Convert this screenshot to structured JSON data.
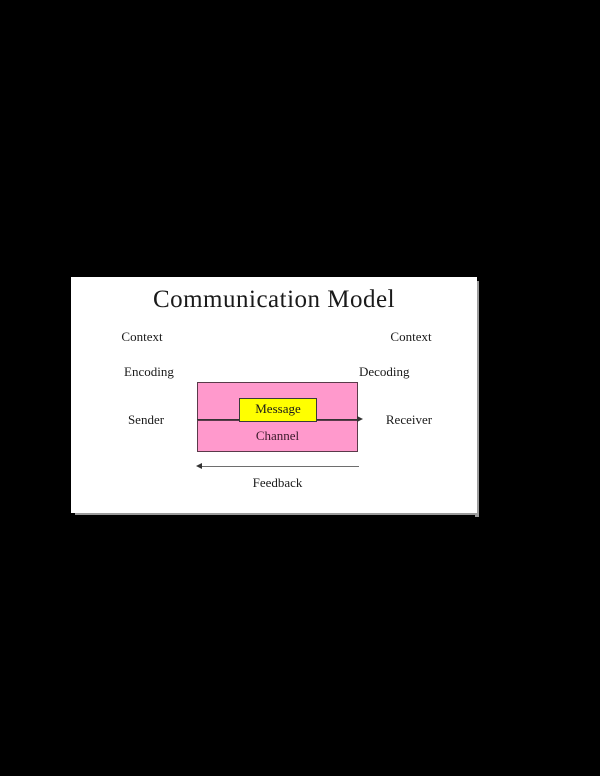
{
  "diagram": {
    "title": "Communication Model",
    "sender_side": {
      "context_label": "Context",
      "process_label": "Encoding",
      "endpoint_label": "Sender"
    },
    "receiver_side": {
      "context_label": "Context",
      "process_label": "Decoding",
      "endpoint_label": "Receiver"
    },
    "channel": {
      "band_label": "Channel",
      "message_label": "Message"
    },
    "feedback": {
      "label": "Feedback"
    },
    "colors": {
      "context_green": "#02c98d",
      "endpoint_cyan": "#00ccff",
      "channel_pink": "#ff99cc",
      "message_yellow": "#ffff00",
      "panel_background": "#ffffff",
      "page_background": "#000000",
      "shadow_grey": "#9b9b9b"
    }
  }
}
